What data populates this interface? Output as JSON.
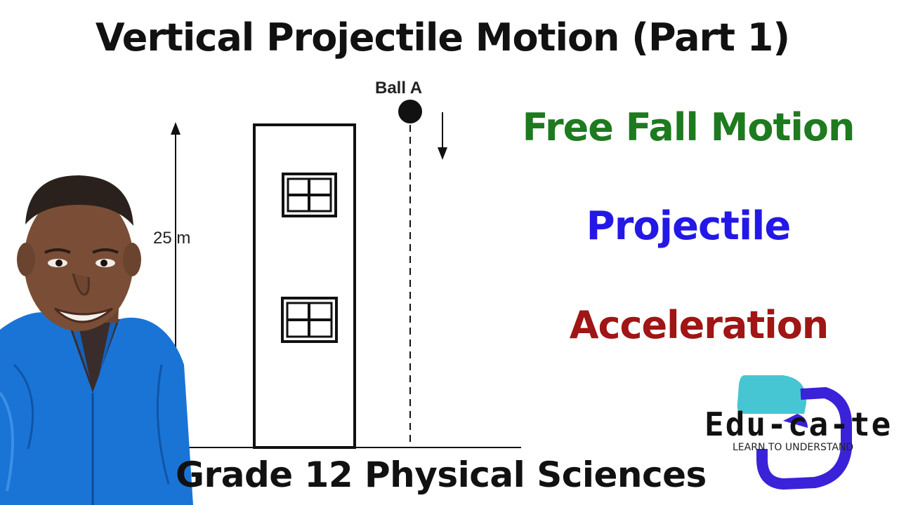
{
  "title": "Vertical Projectile Motion (Part 1)",
  "diagram": {
    "ball_label": "Ball A",
    "height_label": "25 m"
  },
  "topics": [
    {
      "text": "Free Fall Motion",
      "color": "#1e7a1e"
    },
    {
      "text": "Projectile",
      "color": "#2418e6"
    },
    {
      "text": "Acceleration",
      "color": "#a01515"
    }
  ],
  "footer": "Grade 12 Physical Sciences",
  "logo": {
    "name": "Edu-ca-te",
    "tagline": "LEARN TO UNDERSTAND",
    "accent_teal": "#46c6d2",
    "accent_navy": "#3a22d8"
  },
  "person": {
    "jacket_color": "#1a74d6"
  }
}
